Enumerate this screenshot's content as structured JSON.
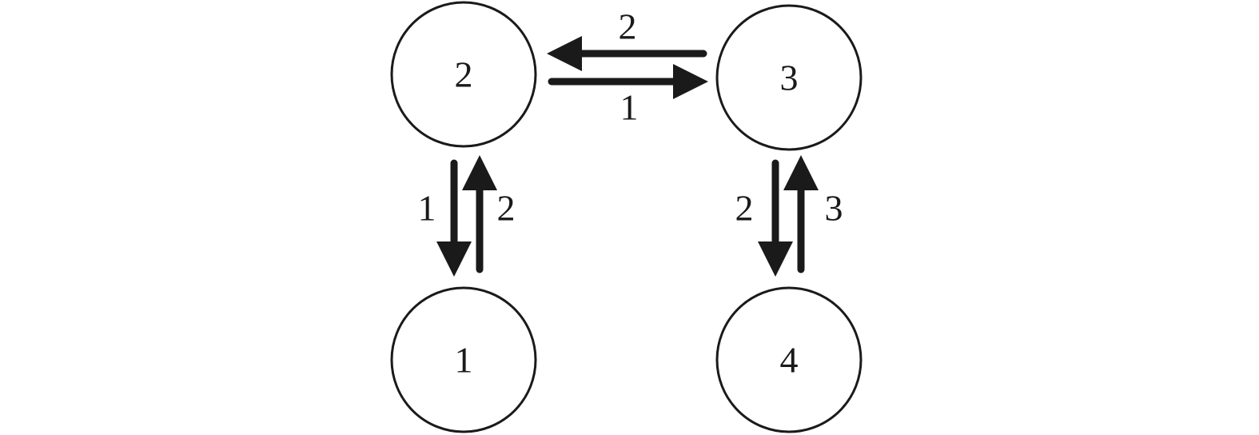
{
  "diagram": {
    "nodes": [
      {
        "id": "n2",
        "label": "2"
      },
      {
        "id": "n3",
        "label": "3"
      },
      {
        "id": "n1",
        "label": "1"
      },
      {
        "id": "n4",
        "label": "4"
      }
    ],
    "edges": [
      {
        "id": "e3to2",
        "from": "3",
        "to": "2",
        "label": "2"
      },
      {
        "id": "e2to3",
        "from": "2",
        "to": "3",
        "label": "1"
      },
      {
        "id": "e2to1",
        "from": "2",
        "to": "1",
        "label": "1"
      },
      {
        "id": "e1to2",
        "from": "1",
        "to": "2",
        "label": "2"
      },
      {
        "id": "e3to4",
        "from": "3",
        "to": "4",
        "label": "2"
      },
      {
        "id": "e4to3",
        "from": "4",
        "to": "3",
        "label": "3"
      }
    ]
  }
}
